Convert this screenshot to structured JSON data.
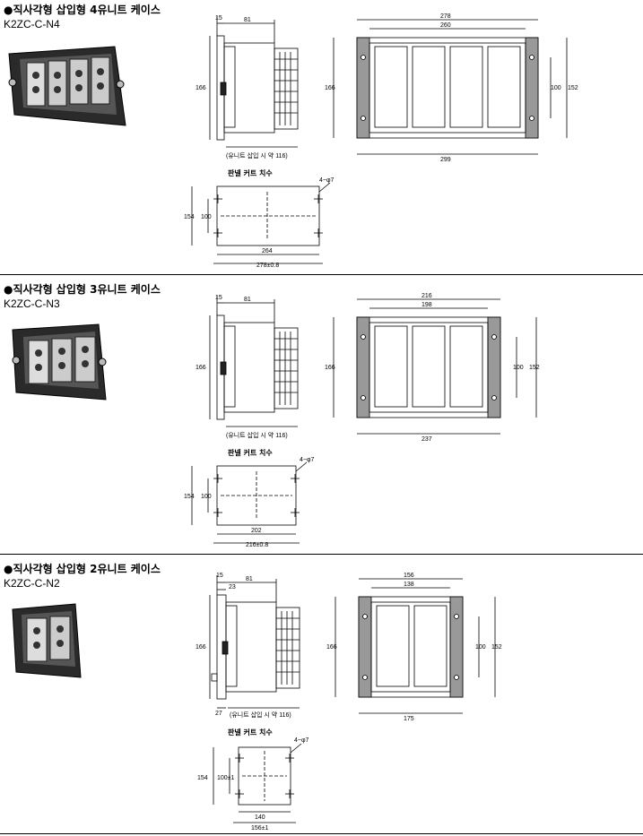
{
  "sections": [
    {
      "title": "●직사각형 삽입형 4유니트 케이스",
      "model": "K2ZC-C-N4",
      "side": {
        "d15": "15",
        "d81": "81",
        "d166": "166",
        "note": "(유니트 삽입 시 약 116)"
      },
      "front": {
        "d278": "278",
        "d260": "260",
        "d166": "166",
        "d100": "100",
        "d152": "152",
        "d299": "299"
      },
      "cut": {
        "title": "판넬 커트 치수",
        "holes": "4−φ7",
        "d154": "154",
        "d100": "100",
        "d264": "264",
        "d278": "278±0.8"
      }
    },
    {
      "title": "●직사각형 삽입형 3유니트 케이스",
      "model": "K2ZC-C-N3",
      "side": {
        "d15": "15",
        "d81": "81",
        "d166": "166",
        "note": "(유니트 삽입 시 약 116)"
      },
      "front": {
        "d278": "216",
        "d260": "198",
        "d166": "166",
        "d100": "100",
        "d152": "152",
        "d299": "237"
      },
      "cut": {
        "title": "판넬 커트 치수",
        "holes": "4−φ7",
        "d154": "154",
        "d100": "100",
        "d264": "202",
        "d278": "216±0.8"
      }
    },
    {
      "title": "●직사각형 삽입형 2유니트 케이스",
      "model": "K2ZC-C-N2",
      "side": {
        "d15": "15",
        "d23": "23",
        "d81": "81",
        "d166": "166",
        "d27": "27",
        "note": "(유니트 삽입 시 약 116)"
      },
      "front": {
        "d278": "156",
        "d260": "138",
        "d166": "166",
        "d100": "100",
        "d152": "152",
        "d299": "175"
      },
      "cut": {
        "title": "판넬 커트 치수",
        "holes": "4−φ7",
        "d154": "154",
        "d100": "100±1",
        "d264": "140",
        "d278": "156±1"
      }
    }
  ]
}
